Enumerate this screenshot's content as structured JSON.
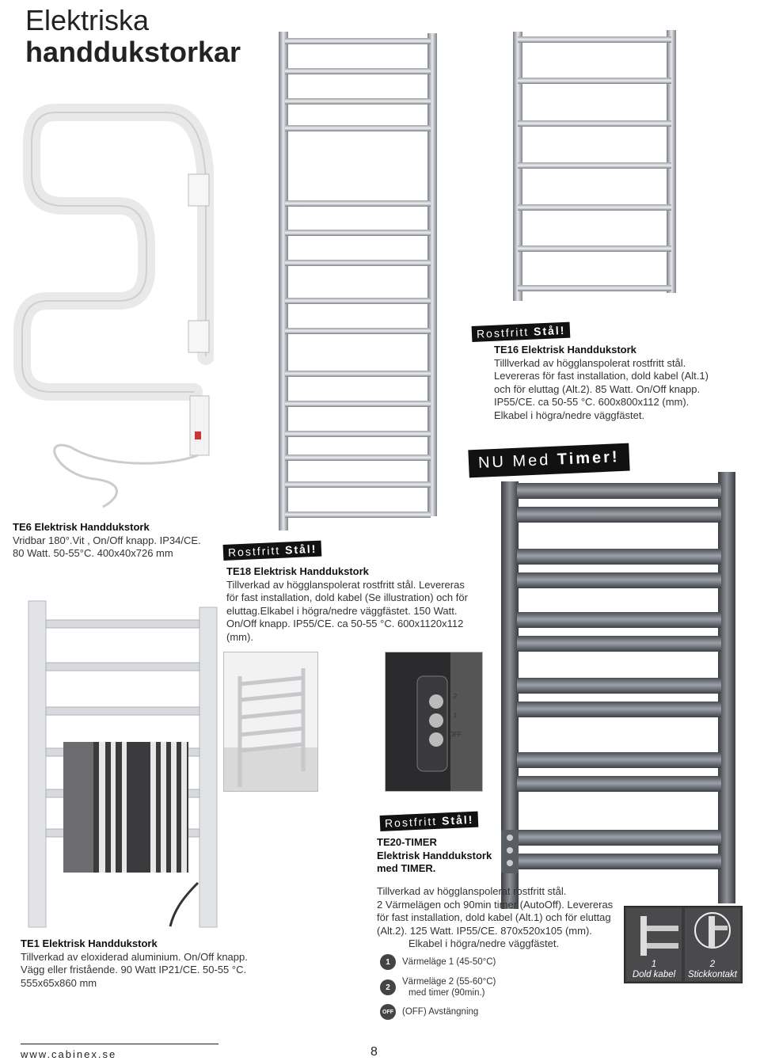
{
  "header": {
    "title_line1": "Elektriska",
    "title_line2": "handdukstorkar"
  },
  "te6": {
    "heading": "TE6 Elektrisk Handdukstork",
    "lines": [
      "Vridbar 180°.Vit , On/Off knapp. IP34/CE.",
      "80 Watt. 50-55°C. 400x40x726 mm"
    ]
  },
  "te16": {
    "tag_light": "Rostfritt ",
    "tag_bold": "Stål!",
    "heading": "TE16 Elektrisk Handdukstork",
    "lines": [
      "Tilllverkad av högglanspolerat rostfritt stål.",
      "Levereras för fast installation, dold kabel (Alt.1)",
      "och för eluttag (Alt.2). 85 Watt. On/Off knapp.",
      "IP55/CE. ca 50-55 °C. 600x800x112 (mm).",
      "Elkabel i högra/nedre väggfästet."
    ]
  },
  "nu_med": {
    "light": "NU Med ",
    "bold": "Timer!"
  },
  "te18": {
    "tag_light": "Rostfritt ",
    "tag_bold": "Stål!",
    "heading": "TE18 Elektrisk Handdukstork",
    "lines": [
      "Tillverkad av högglanspolerat rostfritt stål. Levereras",
      "för fast installation, dold kabel (Se illustration) och för",
      "eluttag.Elkabel i högra/nedre väggfästet. 150 Watt.",
      "On/Off knapp.  IP55/CE. ca 50-55 °C. 600x1120x112",
      "(mm)."
    ]
  },
  "te1": {
    "heading": "TE1 Elektrisk Handdukstork",
    "lines": [
      "Tillverkad av eloxiderad aluminium. On/Off knapp.",
      "Vägg eller fristående. 90 Watt IP21/CE. 50-55 °C.",
      "555x65x860 mm"
    ]
  },
  "te20": {
    "tag_light": "Rostfritt ",
    "tag_bold": "Stål!",
    "heading_lines": [
      "TE20-TIMER",
      "Elektrisk Handdukstork",
      "med TIMER."
    ],
    "lines": [
      "Tillverkad av högglanspolerat rostfritt stål.",
      "2 Värmelägen och 90min timer (AutoOff). Levereras",
      "för fast installation, dold kabel (Alt.1) och för eluttag",
      "(Alt.2). 125 Watt. IP55/CE. 870x520x105 (mm).",
      "Elkabel i högra/nedre väggfästet."
    ],
    "steps": [
      {
        "knob": "1",
        "text": "Värmeläge 1 (45-50°C)"
      },
      {
        "knob": "2",
        "text": "Värmeläge 2 (55-60°C)",
        "text2": "med timer (90min.)"
      },
      {
        "knob": "OFF",
        "text": "(OFF) Avstängning"
      }
    ],
    "alt1_num": "1",
    "alt1_label": "Dold kabel",
    "alt2_num": "2",
    "alt2_label": "Stickkontakt",
    "panel_buttons": [
      "2",
      "1",
      "OFF"
    ]
  },
  "footer": {
    "url": "www.cabinex.se",
    "page": "8"
  },
  "colors": {
    "chrome": "#b9bcc2",
    "chrome_dark": "#6f737a",
    "white_rail": "#f2f2f2",
    "tag_bg": "#111111"
  }
}
